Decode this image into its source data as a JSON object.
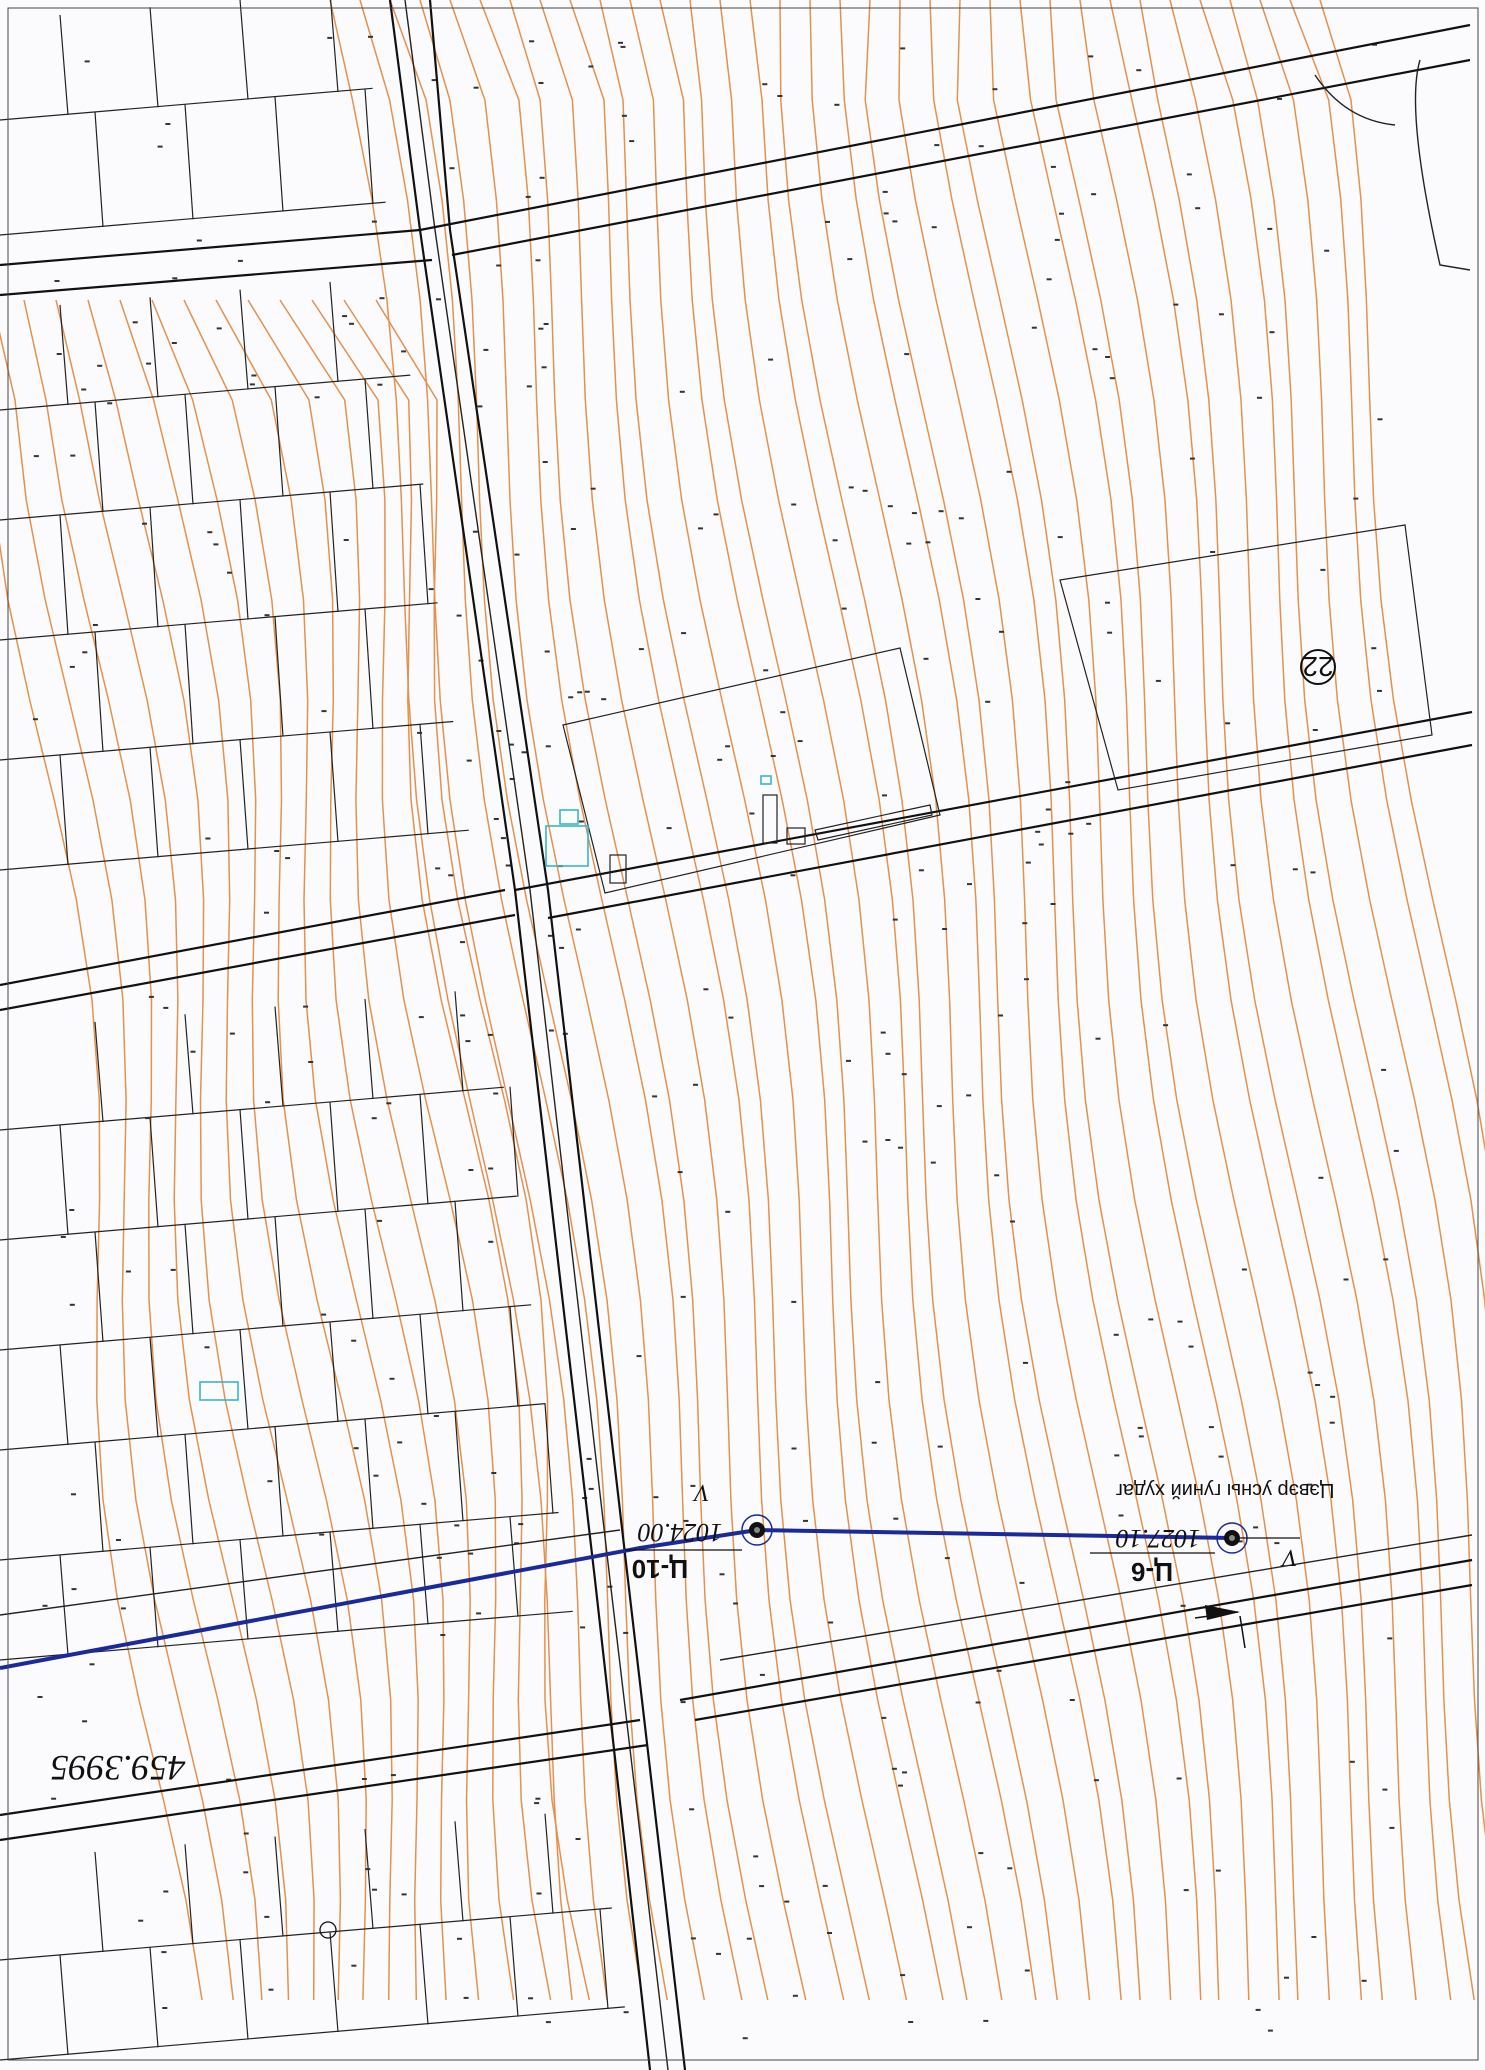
{
  "map": {
    "legend_label": "Цэвэр усны гуний худаг",
    "legend_symbol": "V",
    "block_number": "22",
    "coordinate_label": "459.3995",
    "wells": [
      {
        "name": "Ц-6",
        "elevation": "1027.10",
        "symbol": "V"
      },
      {
        "name": "Ц-10",
        "elevation": "1024.00",
        "symbol": "V"
      }
    ]
  },
  "colors": {
    "pipeline": "#1b2a9a",
    "contours": "#e3914d",
    "structures": "#37b7c7",
    "outlines": "#111111"
  }
}
